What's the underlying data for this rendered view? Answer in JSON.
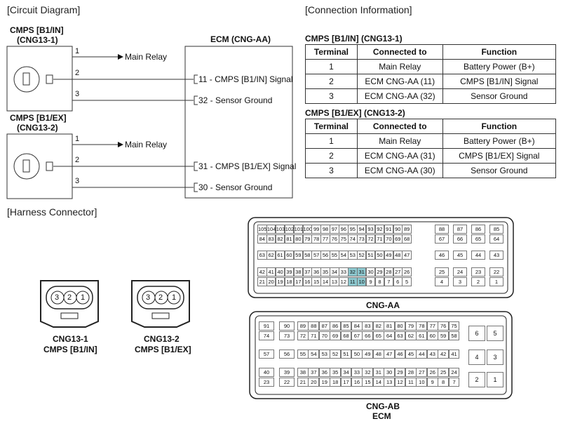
{
  "sections": {
    "circuit": "[Circuit Diagram]",
    "connection": "[Connection Information]",
    "harness": "[Harness Connector]"
  },
  "circuit": {
    "comp1": {
      "name": "CMPS [B1/IN]",
      "code": "(CNG13-1)"
    },
    "comp2": {
      "name": "CMPS [B1/EX]",
      "code": "(CNG13-2)"
    },
    "ecm_title": "ECM (CNG-AA)",
    "pins": [
      "1",
      "2",
      "3"
    ],
    "main_relay": "Main Relay",
    "ecm_pins": [
      "11 - CMPS [B1/IN] Signal",
      "32 - Sensor Ground",
      "31 - CMPS [B1/EX] Signal",
      "30 - Sensor Ground"
    ]
  },
  "tables": [
    {
      "title": "CMPS [B1/IN] (CNG13-1)",
      "headers": [
        "Terminal",
        "Connected to",
        "Function"
      ],
      "rows": [
        [
          "1",
          "Main Relay",
          "Battery Power (B+)"
        ],
        [
          "2",
          "ECM CNG-AA (11)",
          "CMPS [B1/IN] Signal"
        ],
        [
          "3",
          "ECM CNG-AA (32)",
          "Sensor Ground"
        ]
      ]
    },
    {
      "title": "CMPS [B1/EX] (CNG13-2)",
      "headers": [
        "Terminal",
        "Connected to",
        "Function"
      ],
      "rows": [
        [
          "1",
          "Main Relay",
          "Battery Power (B+)"
        ],
        [
          "2",
          "ECM CNG-AA (31)",
          "CMPS [B1/EX] Signal"
        ],
        [
          "3",
          "ECM CNG-AA (30)",
          "Sensor Ground"
        ]
      ]
    }
  ],
  "harness": {
    "connector_pins": [
      "3",
      "2",
      "1"
    ],
    "conn1": {
      "code": "CNG13-1",
      "name": "CMPS [B1/IN]"
    },
    "conn2": {
      "code": "CNG13-2",
      "name": "CMPS [B1/EX]"
    },
    "aa_label": "CNG-AA",
    "ab_label": "CNG-AB",
    "ecm_label": "ECM",
    "highlight_color": "#8cc8cf",
    "aa_rows": [
      [
        "105",
        "104",
        "103",
        "102",
        "101",
        "100",
        "99",
        "98",
        "97",
        "96",
        "95",
        "94",
        "93",
        "92",
        "91",
        "90",
        "89",
        "88",
        "87",
        "86",
        "85"
      ],
      [
        "84",
        "83",
        "82",
        "81",
        "80",
        "79",
        "78",
        "77",
        "76",
        "75",
        "74",
        "73",
        "72",
        "71",
        "70",
        "69",
        "68",
        "67",
        "66",
        "65",
        "64"
      ],
      [
        "63",
        "62",
        "61",
        "60",
        "59",
        "58",
        "57",
        "56",
        "55",
        "54",
        "53",
        "52",
        "51",
        "50",
        "49",
        "48",
        "47",
        "46",
        "45",
        "44",
        "43"
      ],
      [
        "42",
        "41",
        "40",
        "39",
        "38",
        "37",
        "36",
        "35",
        "34",
        "33",
        "32",
        "31",
        "30",
        "29",
        "28",
        "27",
        "26",
        "25",
        "24",
        "23",
        "22"
      ],
      [
        "21",
        "20",
        "19",
        "18",
        "17",
        "16",
        "15",
        "14",
        "13",
        "12",
        "11",
        "10",
        "9",
        "8",
        "7",
        "6",
        "5",
        "4",
        "3",
        "2",
        "1"
      ]
    ],
    "aa_highlight": [
      "32",
      "31",
      "11",
      "10"
    ],
    "ab_rows": [
      [
        "91",
        "90",
        "89",
        "88",
        "87",
        "86",
        "85",
        "84",
        "83",
        "82",
        "81",
        "80",
        "79",
        "78",
        "77",
        "76",
        "75"
      ],
      [
        "74",
        "73",
        "72",
        "71",
        "70",
        "69",
        "68",
        "67",
        "66",
        "65",
        "64",
        "63",
        "62",
        "61",
        "60",
        "59",
        "58"
      ],
      [
        "57",
        "56",
        "55",
        "54",
        "53",
        "52",
        "51",
        "50",
        "49",
        "48",
        "47",
        "46",
        "45",
        "44",
        "43",
        "42",
        "41"
      ],
      [
        "40",
        "39",
        "38",
        "37",
        "36",
        "35",
        "34",
        "33",
        "32",
        "31",
        "30",
        "29",
        "28",
        "27",
        "26",
        "25",
        "24"
      ],
      [
        "23",
        "22",
        "21",
        "20",
        "19",
        "18",
        "17",
        "16",
        "15",
        "14",
        "13",
        "12",
        "11",
        "10",
        "9",
        "8",
        "7"
      ]
    ],
    "ab_side": [
      "6",
      "5",
      "4",
      "3",
      "2",
      "1"
    ]
  }
}
